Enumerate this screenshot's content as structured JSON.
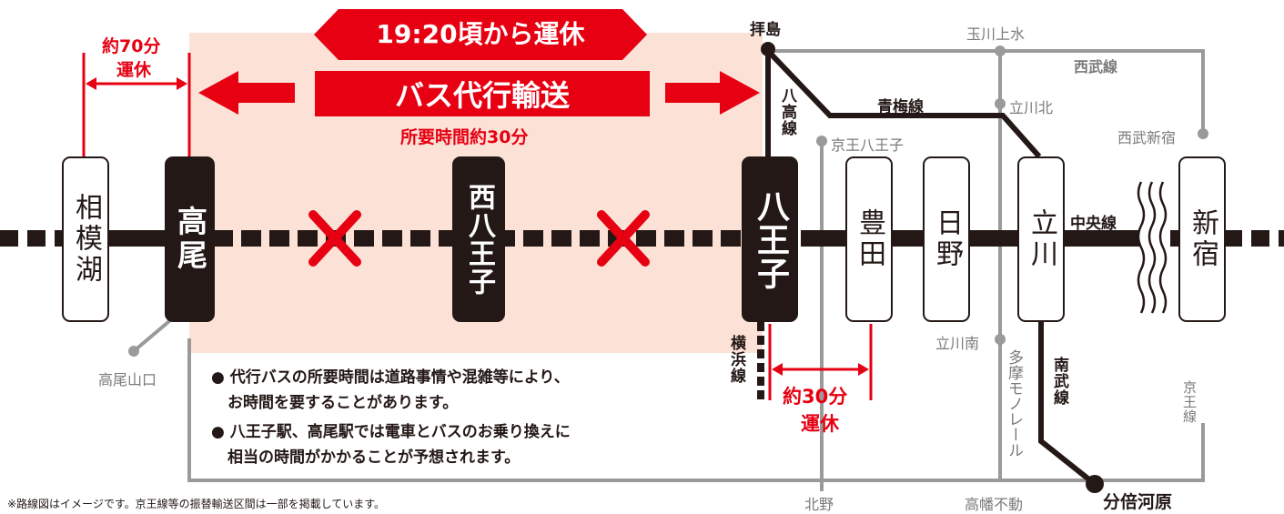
{
  "colors": {
    "red": "#e60012",
    "black": "#231815",
    "gray": "#9a9a9a",
    "zone": "#fbe1d6"
  },
  "banner": {
    "suspension_time": "19:20頃から運休"
  },
  "bus": {
    "label": "バス代行輸送",
    "duration": "所要時間約30分"
  },
  "left_suspension": {
    "duration": "約70分",
    "status": "運休"
  },
  "right_suspension": {
    "duration": "約30分",
    "status": "運休"
  },
  "stations": {
    "sagamiko": "相模湖",
    "takao": "高尾",
    "nishi_hachioji": "西八王子",
    "hachioji": "八王子",
    "toyoda": "豊田",
    "hino": "日野",
    "tachikawa": "立川",
    "shinjuku": "新宿"
  },
  "labels": {
    "haijima": "拝島",
    "tamagawa_josui": "玉川上水",
    "seibu_line": "西武線",
    "tachikawa_kita": "立川北",
    "seibu_shinjuku": "西武新宿",
    "ome_line": "青梅線",
    "hachiko_line": "八高線",
    "keio_hachioji": "京王八王子",
    "chuo_line": "中央線",
    "tachikawa_minami": "立川南",
    "yokohama_line": "横浜線",
    "tama_monorail": "多摩モノレール",
    "nambu_line": "南武線",
    "keio_line": "京王線",
    "takaosanguchi": "高尾山口",
    "kitano": "北野",
    "takahata_fudo": "高幡不動",
    "bubaigawara": "分倍河原"
  },
  "notes": [
    "● 代行バスの所要時間は道路事情や混雑等により、",
    "お時間を要することがあります。",
    "● 八王子駅、高尾駅では電車とバスのお乗り換えに",
    "相当の時間がかかることが予想されます。"
  ],
  "footnote": "※路線図はイメージです。京王線等の振替輸送区間は一部を掲載しています。",
  "icons": [
    "suspended-x-icon",
    "left-arrow-icon",
    "right-arrow-icon",
    "transfer-dot-icon",
    "break-mark-icon"
  ]
}
